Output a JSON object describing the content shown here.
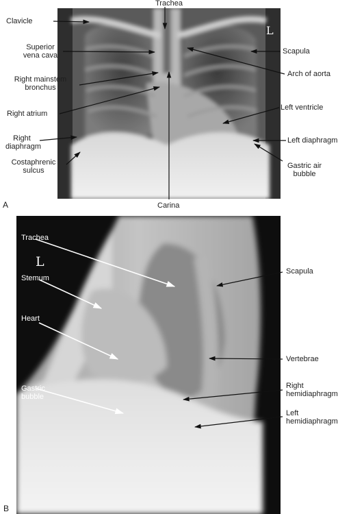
{
  "figure": {
    "panel_a": {
      "letter": "A",
      "side_marker": "L",
      "labels": {
        "trachea": "Trachea",
        "clavicle": "Clavicle",
        "superior_vena_cava": [
          "Superior",
          "vena cava"
        ],
        "scapula": "Scapula",
        "right_mainstem_bronchus": [
          "Right mainstem",
          "bronchus"
        ],
        "arch_of_aorta": "Arch of aorta",
        "right_atrium": "Right atrium",
        "left_ventricle": "Left ventricle",
        "right_diaphragm": [
          "Right",
          "diaphragm"
        ],
        "left_diaphragm": "Left diaphragm",
        "costaphrenic_sulcus": [
          "Costaphrenic",
          "sulcus"
        ],
        "gastric_air_bubble": [
          "Gastric air",
          "bubble"
        ],
        "carina": "Carina"
      }
    },
    "panel_b": {
      "letter": "B",
      "side_marker": "L",
      "labels": {
        "trachea": "Trachea",
        "sternum": "Stemum",
        "heart": "Heart",
        "gastric_bubble": [
          "Gastric",
          "bubble"
        ],
        "scapula": "Scapula",
        "vertebrae": "Vertebrae",
        "right_hemidiaphragm": [
          "Right",
          "hemidiaphragm"
        ],
        "left_hemidiaphragm": [
          "Left",
          "hemidiaphragm"
        ]
      }
    }
  }
}
